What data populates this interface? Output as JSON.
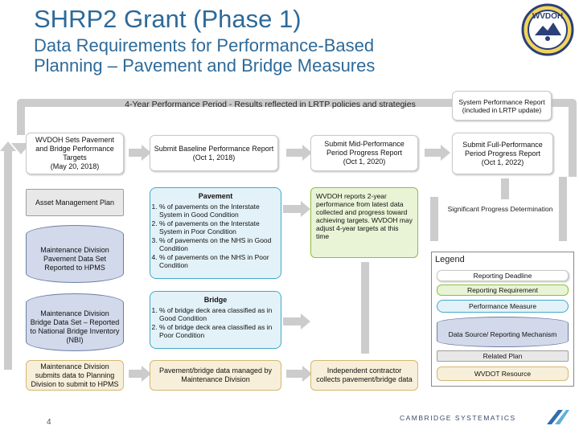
{
  "header": {
    "title": "SHRP2 Grant (Phase 1)",
    "subtitle_line1": "Data Requirements for Performance-Based",
    "subtitle_line2": "Planning – Pavement and Bridge Measures",
    "seal_text": "WVDOH"
  },
  "banner": "4-Year Performance Period - Results reflected in LRTP policies and strategies",
  "system_performance_report": "System Performance Report (included in LRTP update)",
  "deadlines": {
    "wvdoh_sets": {
      "title": "WVDOH Sets Pavement and Bridge Performance Targets",
      "date": "(May 20, 2018)"
    },
    "baseline": {
      "title": "Submit Baseline Performance Report",
      "date": "(Oct 1, 2018)"
    },
    "mid": {
      "title": "Submit Mid-Performance Period Progress Report",
      "date": "(Oct 1, 2020)"
    },
    "full": {
      "title": "Submit Full-Performance Period Progress Report",
      "date": "(Oct 1, 2022)"
    }
  },
  "significant_progress": "Significant Progress Determination",
  "asset_management_plan": "Asset Management Plan",
  "pavement_data_set": "Maintenance Division Pavement Data Set Reported to HPMS",
  "bridge_data_set": "Maintenance Division Bridge Data Set – Reported to National Bridge Inventory (NBI)",
  "maintenance_submits": "Maintenance Division submits data to Planning Division to submit to HPMS",
  "pavement": {
    "title": "Pavement",
    "items": [
      "% of pavements on the Interstate System in Good Condition",
      "% of pavements on the Interstate System in Poor Condition",
      "% of pavements on the NHS in Good Condition",
      "% of pavements on the NHS in Poor Condition"
    ]
  },
  "bridge": {
    "title": "Bridge",
    "items": [
      "% of bridge deck area classified as in Good Condition",
      "% of bridge deck area classified as in Poor Condition"
    ]
  },
  "wvdoh_reports": "WVDOH reports 2-year performance from latest data collected and progress toward achieving targets. WVDOH may adjust 4-year targets at this time",
  "pavement_bridge_managed": "Pavement/bridge data managed by Maintenance Division",
  "independent_contractor": "Independent contractor collects pavement/bridge data",
  "legend": {
    "title": "Legend",
    "items": [
      "Reporting Deadline",
      "Reporting Requirement",
      "Performance Measure",
      "Data Source/ Reporting Mechanism",
      "Related Plan",
      "WVDOT Resource"
    ]
  },
  "footer": {
    "page_number": "4",
    "logo_text": "CAMBRIDGE SYSTEMATICS"
  },
  "colors": {
    "title": "#2e6a99",
    "arrow": "#c9c9c9",
    "requirement": "#8cbf3f",
    "performance": "#41a9c9",
    "data_source": "#6d7ea6",
    "resource": "#d4b872"
  }
}
